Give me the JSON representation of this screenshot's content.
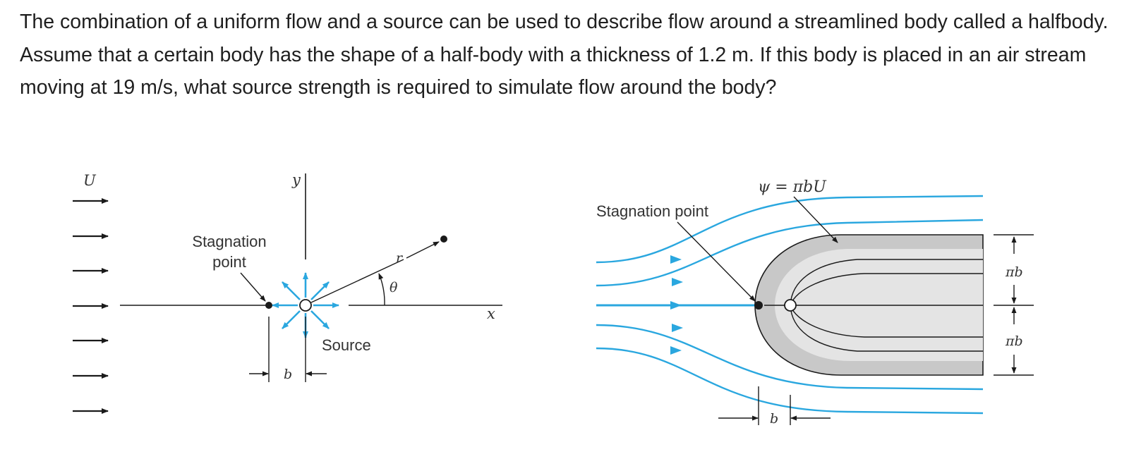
{
  "question": {
    "text": "The combination of a uniform flow and a source can be used to describe flow around a streamlined body called a halfbody. Assume that a certain body has the shape of a half-body with a thickness of 1.2 m. If this body is placed in an air stream moving at 19 m/s, what source strength is required to simulate flow around the body?"
  },
  "figure_left": {
    "uniform_flow_label": "U",
    "y_axis_label": "y",
    "x_axis_label": "x",
    "radius_label": "r",
    "angle_label": "θ",
    "stagnation_label_line1": "Stagnation",
    "stagnation_label_line2": "point",
    "source_label": "Source",
    "distance_label": "b"
  },
  "figure_right": {
    "streamfunction_label": "ψ = πbU",
    "stagnation_label": "Stagnation point",
    "distance_label": "b",
    "upper_half_thickness_label": "πb",
    "lower_half_thickness_label": "πb"
  },
  "colors": {
    "streamline": "#2aa7df",
    "body_outer": "#c8c8c8",
    "body_inner": "#e4e4e4",
    "line": "#1a1a1a"
  }
}
